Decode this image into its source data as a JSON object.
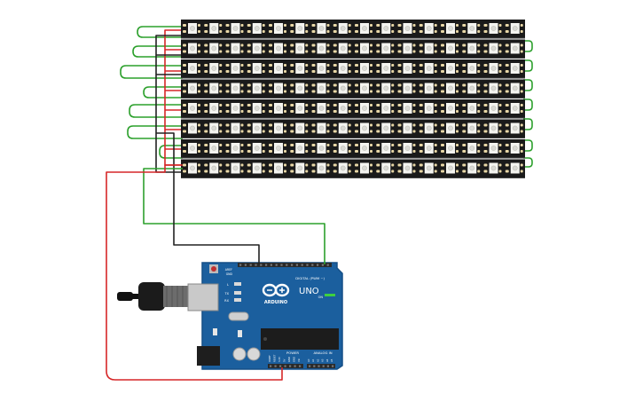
{
  "scene": {
    "strip_rows": 8,
    "leds_per_row": 16
  },
  "arduino": {
    "brand": "ARDUINO",
    "model": "UNO",
    "header_digital": "DIGITAL (PWM ~)",
    "header_power": "POWER",
    "header_analog": "ANALOG IN",
    "aref": "AREF",
    "gnd": "GND",
    "power_pins": [
      "IOREF",
      "RESET",
      "3.3V",
      "5V",
      "GND",
      "GND",
      "Vin"
    ],
    "analog_pins": [
      "A0",
      "A1",
      "A2",
      "A3",
      "A4",
      "A5"
    ],
    "l_label": "L",
    "tx_label": "TX",
    "rx_label": "RX",
    "on_label": "ON"
  },
  "colors": {
    "board": "#1b5f9e",
    "board_edge": "#154f86",
    "strip": "#1a1a1a",
    "led": "#f4f4f0",
    "pad": "#e8d7a6",
    "wire_green": "#2ca02c",
    "wire_red": "#d62728",
    "wire_black": "#222222",
    "header": "#2a2a2a"
  }
}
